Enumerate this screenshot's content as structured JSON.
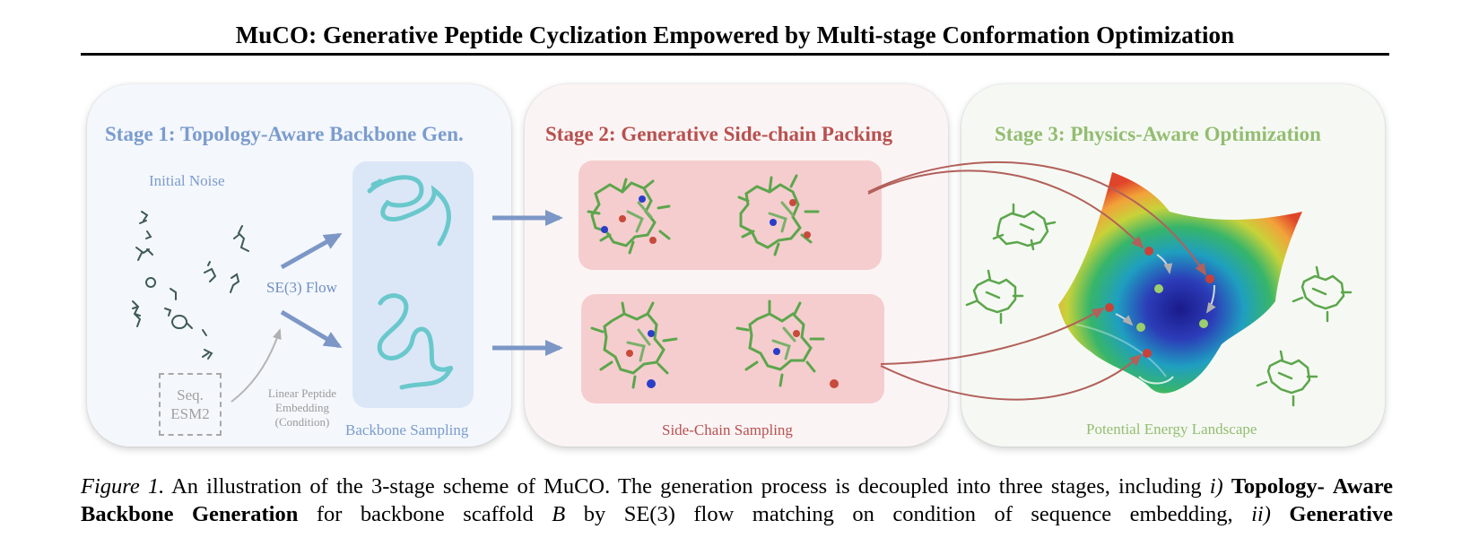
{
  "header": {
    "title": "MuCO: Generative Peptide Cyclization Empowered by Multi-stage Conformation Optimization"
  },
  "figure": {
    "stage1": {
      "title": "Stage 1: Topology-Aware Backbone Gen.",
      "initial_noise": "Initial Noise",
      "flow_label": "SE(3) Flow",
      "seq_box_line1": "Seq.",
      "seq_box_line2": "ESM2",
      "embedding_line1": "Linear Peptide",
      "embedding_line2": "Embedding",
      "embedding_line3": "(Condition)",
      "backbone_sampling": "Backbone Sampling"
    },
    "stage2": {
      "title": "Stage 2: Generative Side-chain Packing",
      "sidechain_sampling": "Side-Chain Sampling"
    },
    "stage3": {
      "title": "Stage 3: Physics-Aware Optimization",
      "landscape_label": "Potential Energy Landscape"
    },
    "colors": {
      "stage1": "#7b9ccd",
      "stage2": "#b7514f",
      "stage3": "#93bd72",
      "arrow_blue": "#7c97c6",
      "arrow_red": "#b2605a"
    }
  },
  "caption": {
    "label": "Figure 1.",
    "p1": "An illustration of the 3-stage scheme of MuCO. The generation process is decoupled into three stages, including",
    "r1": "i)",
    "b1a": "Topology-",
    "b1b": "Aware Backbone Generation",
    "p2": "for backbone scaffold",
    "var_b": "B",
    "p3": "by SE(3) flow matching on condition of sequence embedding,",
    "r2": "ii)",
    "b2": "Generative"
  }
}
